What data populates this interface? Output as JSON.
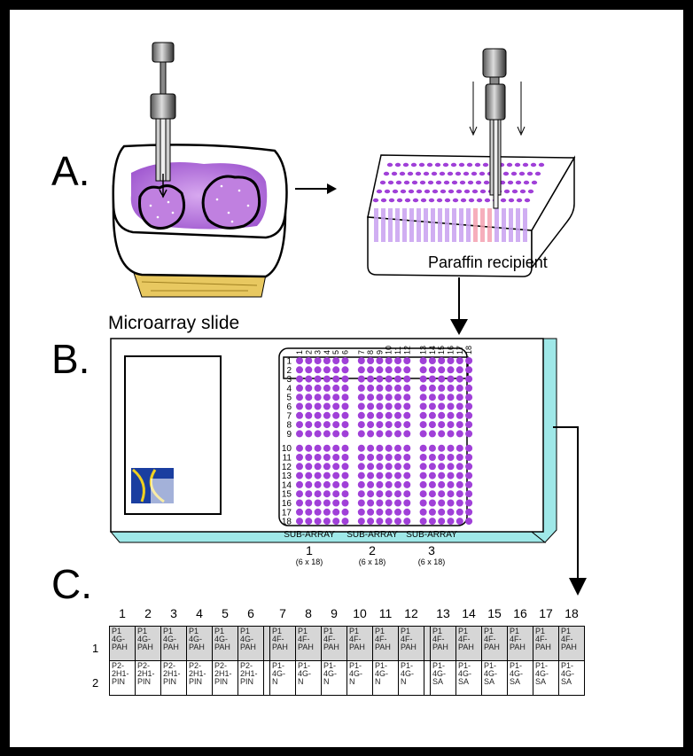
{
  "letters": {
    "a": "A.",
    "b": "B.",
    "c": "C."
  },
  "labels": {
    "recipient": "Paraffin recipient",
    "microarray": "Microarray slide"
  },
  "colors": {
    "purple": "#a040d8",
    "tissue": "#b878e0",
    "slide_edge": "#9fe8e8",
    "paraffin": "#e8c860"
  },
  "slide_grid": {
    "row_labels": [
      "1",
      "2",
      "3",
      "4",
      "5",
      "6",
      "7",
      "8",
      "9",
      "10",
      "11",
      "12",
      "13",
      "14",
      "15",
      "16",
      "17",
      "18"
    ],
    "col_labels": [
      "1",
      "2",
      "3",
      "4",
      "5",
      "6",
      "7",
      "8",
      "9",
      "10",
      "11",
      "12",
      "13",
      "14",
      "15",
      "16",
      "17",
      "18"
    ]
  },
  "subarrays": [
    {
      "word": "SUB-ARRAY",
      "num": "1",
      "dims": "(6 x 18)"
    },
    {
      "word": "SUB-ARRAY",
      "num": "2",
      "dims": "(6 x 18)"
    },
    {
      "word": "SUB-ARRAY",
      "num": "3",
      "dims": "(6 x 18)"
    }
  ],
  "table": {
    "col_headers": [
      "1",
      "2",
      "3",
      "4",
      "5",
      "6",
      "7",
      "8",
      "9",
      "10",
      "11",
      "12",
      "13",
      "14",
      "15",
      "16",
      "17",
      "18"
    ],
    "row_headers": [
      "1",
      "2"
    ],
    "rows": [
      [
        "P1 4G- PAH",
        "P1 4G- PAH",
        "P1 4G- PAH",
        "P1 4G- PAH",
        "P1 4G- PAH",
        "P1 4G- PAH",
        "P1 4F- PAH",
        "P1 4F- PAH",
        "P1 4F- PAH",
        "P1 4F- PAH",
        "P1 4F- PAH",
        "P1 4F- PAH",
        "P1 4F- PAH",
        "P1 4F- PAH",
        "P1 4F- PAH",
        "P1 4F- PAH",
        "P1 4F- PAH",
        "P1 4F- PAH"
      ],
      [
        "P2- 2H1- PIN",
        "P2- 2H1- PIN",
        "P2- 2H1- PIN",
        "P2- 2H1- PIN",
        "P2- 2H1- PIN",
        "P2- 2H1- PIN",
        "P1- 4G- N",
        "P1- 4G- N",
        "P1- 4G- N",
        "P1- 4G- N",
        "P1- 4G- N",
        "P1- 4G- N",
        "P1- 4G- SA",
        "P1- 4G- SA",
        "P1- 4G- SA",
        "P1- 4G- SA",
        "P1- 4G- SA",
        "P1- 4G- SA"
      ]
    ]
  }
}
